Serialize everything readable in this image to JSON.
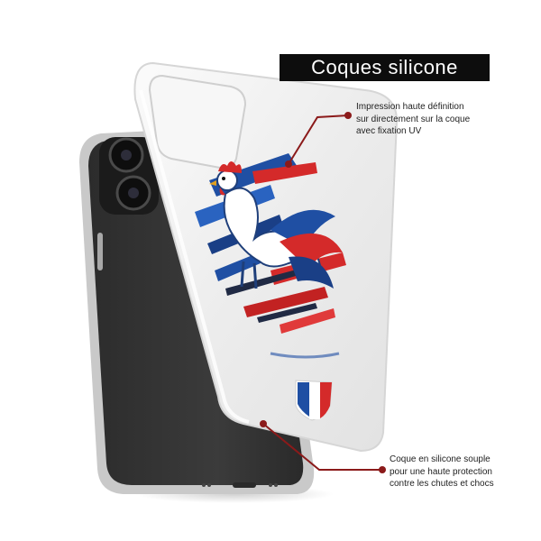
{
  "banner": {
    "title": "Coques silicone"
  },
  "callouts": {
    "top": {
      "lines": [
        "Impression haute définition",
        "sur directement sur la coque",
        "avec fixation UV"
      ]
    },
    "bottom": {
      "lines": [
        "Coque en silicone souple",
        "pour une haute protection",
        "contre les chutes et chocs"
      ]
    }
  },
  "colors": {
    "accent": "#8b1a1a",
    "banner_bg": "#0d0d0d",
    "banner_text": "#ffffff",
    "flag_blue": "#1f4fa3",
    "flag_white": "#ffffff",
    "flag_red": "#d42a2a"
  },
  "scene": {
    "subject": "rooster-artwork",
    "emblem": "french-flag-shield-icon"
  }
}
